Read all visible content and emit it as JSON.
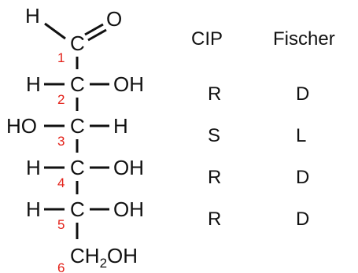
{
  "structure": {
    "aldehyde_h": "H",
    "aldehyde_o": "O",
    "carbon_symbol": "C",
    "terminal": {
      "prefix": "CH",
      "subscript": "2",
      "suffix": "OH"
    },
    "carbon_numbers": [
      "1",
      "2",
      "3",
      "4",
      "5",
      "6"
    ],
    "rows": [
      {
        "left": "H",
        "right": "OH"
      },
      {
        "left": "HO",
        "right": "H"
      },
      {
        "left": "H",
        "right": "OH"
      },
      {
        "left": "H",
        "right": "OH"
      }
    ]
  },
  "table": {
    "headers": [
      "CIP",
      "Fischer"
    ],
    "rows": [
      {
        "cip": "R",
        "fischer": "D"
      },
      {
        "cip": "S",
        "fischer": "L"
      },
      {
        "cip": "R",
        "fischer": "D"
      },
      {
        "cip": "R",
        "fischer": "D"
      }
    ]
  },
  "colors": {
    "ink": "#111111",
    "carbon_number": "#e32119"
  }
}
